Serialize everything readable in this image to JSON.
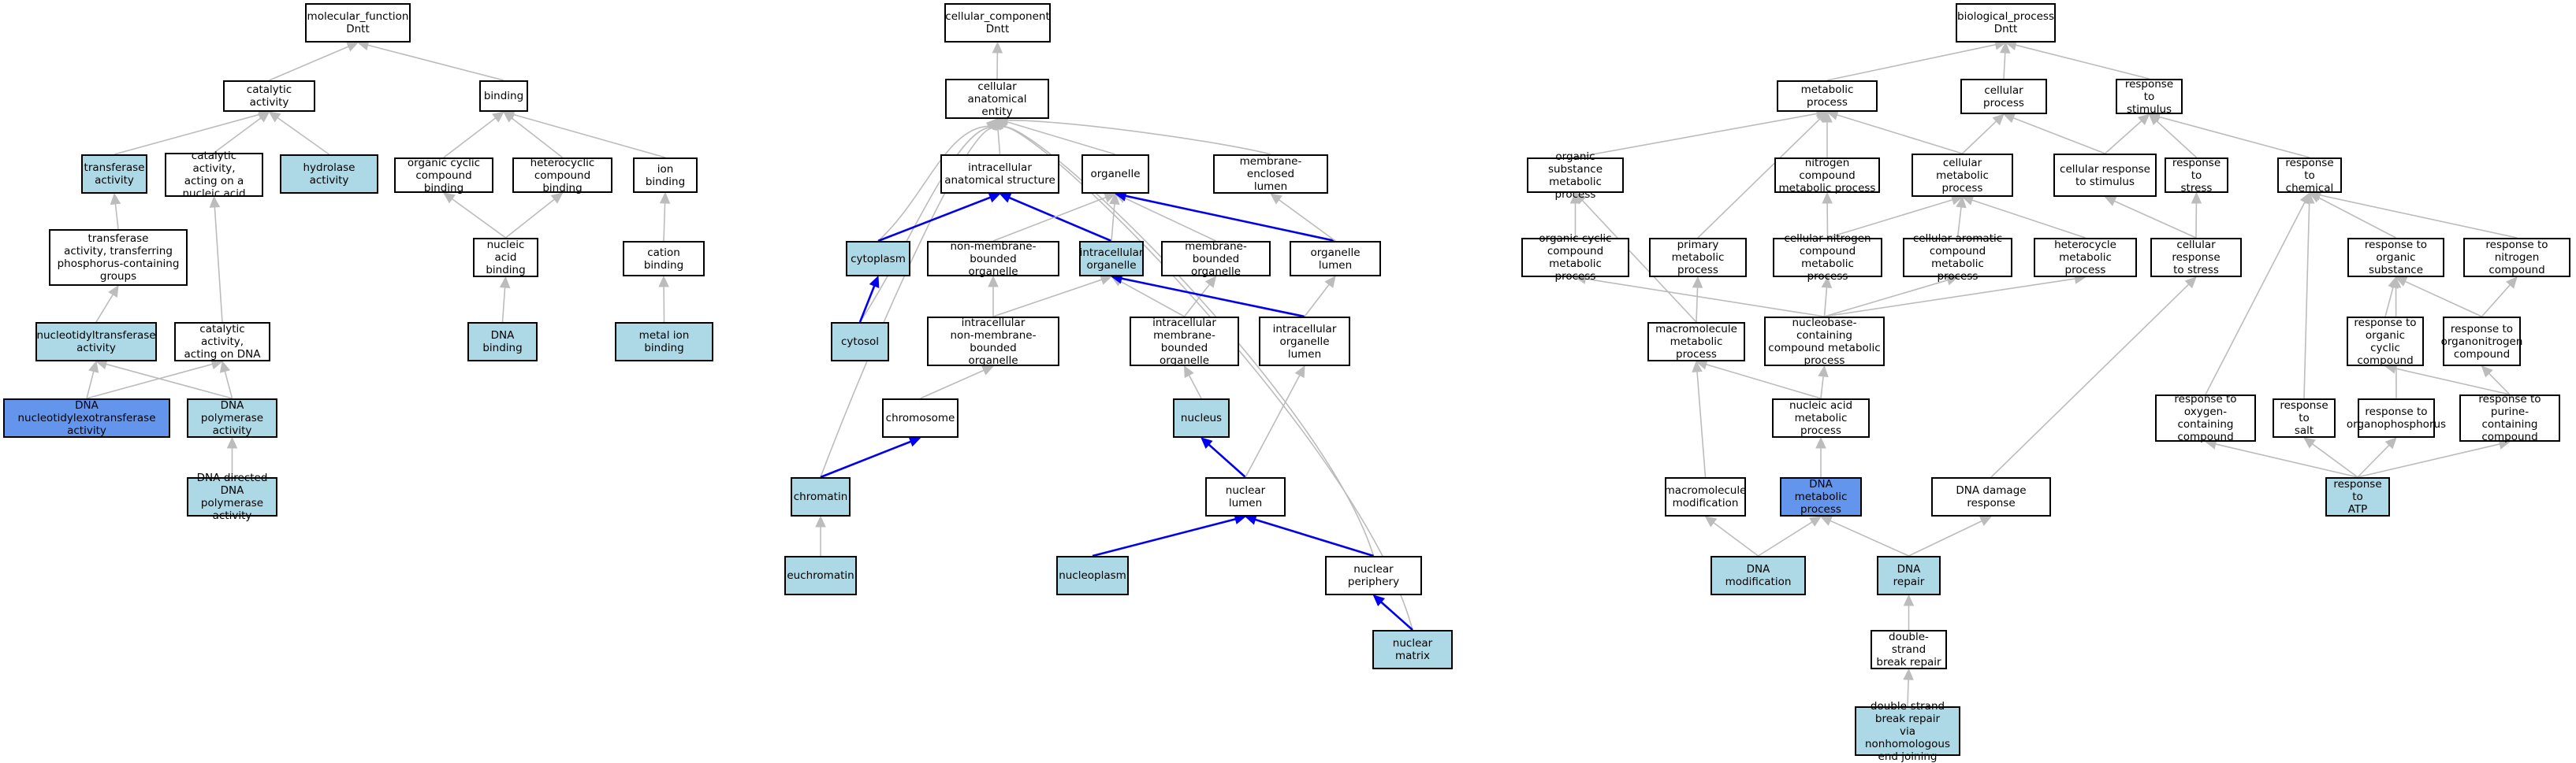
{
  "colors": {
    "white_node": "#ffffff",
    "light_node": "#add8e6",
    "highlight_node": "#6495ed",
    "gray_edge": "#bcbcbc",
    "blue_edge": "#0000ee"
  },
  "nodes": {
    "mf_root": {
      "label": "molecular_function\nDntt",
      "fill": "white"
    },
    "catalytic": {
      "label": "catalytic activity",
      "fill": "white"
    },
    "binding": {
      "label": "binding",
      "fill": "white"
    },
    "transferase": {
      "label": "transferase\nactivity",
      "fill": "light"
    },
    "cat_nucleic": {
      "label": "catalytic activity,\nacting on a\nnucleic acid",
      "fill": "white"
    },
    "hydrolase": {
      "label": "hydrolase activity",
      "fill": "light"
    },
    "org_cyclic_bind": {
      "label": "organic cyclic\ncompound binding",
      "fill": "white"
    },
    "hetero_bind": {
      "label": "heterocyclic\ncompound binding",
      "fill": "white"
    },
    "ion_bind": {
      "label": "ion binding",
      "fill": "white"
    },
    "transf_phos": {
      "label": "transferase\nactivity, transferring\nphosphorus-containing\ngroups",
      "fill": "white"
    },
    "nucleic_bind": {
      "label": "nucleic acid\nbinding",
      "fill": "white"
    },
    "cation_bind": {
      "label": "cation binding",
      "fill": "white"
    },
    "nucleotidyl": {
      "label": "nucleotidyltransferase\nactivity",
      "fill": "light"
    },
    "cat_dna": {
      "label": "catalytic activity,\nacting on DNA",
      "fill": "white"
    },
    "dna_bind": {
      "label": "DNA binding",
      "fill": "light"
    },
    "metal_bind": {
      "label": "metal ion binding",
      "fill": "light"
    },
    "dna_nucleotidylexo": {
      "label": "DNA nucleotidylexotransferase\nactivity",
      "fill": "blue"
    },
    "dna_poly": {
      "label": "DNA polymerase\nactivity",
      "fill": "light"
    },
    "dna_directed_poly": {
      "label": "DNA-directed\nDNA polymerase\nactivity",
      "fill": "light"
    },
    "cc_root": {
      "label": "cellular_component\nDntt",
      "fill": "white"
    },
    "cae": {
      "label": "cellular anatomical\nentity",
      "fill": "white"
    },
    "intra_struct": {
      "label": "intracellular\nanatomical structure",
      "fill": "white"
    },
    "organelle": {
      "label": "organelle",
      "fill": "white"
    },
    "mem_lumen": {
      "label": "membrane-enclosed\nlumen",
      "fill": "white"
    },
    "cytoplasm": {
      "label": "cytoplasm",
      "fill": "light"
    },
    "nonmem_org": {
      "label": "non-membrane-bounded\norganelle",
      "fill": "white"
    },
    "intra_org": {
      "label": "intracellular\norganelle",
      "fill": "light"
    },
    "mem_org": {
      "label": "membrane-bounded\norganelle",
      "fill": "white"
    },
    "org_lumen": {
      "label": "organelle lumen",
      "fill": "white"
    },
    "cytosol": {
      "label": "cytosol",
      "fill": "light"
    },
    "intra_nonmem": {
      "label": "intracellular\nnon-membrane-bounded\norganelle",
      "fill": "white"
    },
    "intra_mem": {
      "label": "intracellular\nmembrane-bounded\norganelle",
      "fill": "white"
    },
    "intra_org_lumen": {
      "label": "intracellular\norganelle lumen",
      "fill": "white"
    },
    "chromosome": {
      "label": "chromosome",
      "fill": "white"
    },
    "nucleus": {
      "label": "nucleus",
      "fill": "light"
    },
    "chromatin": {
      "label": "chromatin",
      "fill": "light"
    },
    "nuc_lumen": {
      "label": "nuclear lumen",
      "fill": "white"
    },
    "euchromatin": {
      "label": "euchromatin",
      "fill": "light"
    },
    "nucleoplasm": {
      "label": "nucleoplasm",
      "fill": "light"
    },
    "nuc_periphery": {
      "label": "nuclear periphery",
      "fill": "white"
    },
    "nuc_matrix": {
      "label": "nuclear matrix",
      "fill": "light"
    },
    "bp_root": {
      "label": "biological_process\nDntt",
      "fill": "white"
    },
    "metabolic": {
      "label": "metabolic process",
      "fill": "white"
    },
    "cellular_proc": {
      "label": "cellular process",
      "fill": "white"
    },
    "resp_stim": {
      "label": "response to\nstimulus",
      "fill": "white"
    },
    "org_sub_met": {
      "label": "organic substance\nmetabolic process",
      "fill": "white"
    },
    "nitro_met": {
      "label": "nitrogen compound\nmetabolic process",
      "fill": "white"
    },
    "cell_met": {
      "label": "cellular metabolic\nprocess",
      "fill": "white"
    },
    "cell_resp_stim": {
      "label": "cellular response\nto stimulus",
      "fill": "white"
    },
    "resp_stress": {
      "label": "response to\nstress",
      "fill": "white"
    },
    "resp_chem": {
      "label": "response to\nchemical",
      "fill": "white"
    },
    "org_cyc_met": {
      "label": "organic cyclic\ncompound metabolic\nprocess",
      "fill": "white"
    },
    "primary_met": {
      "label": "primary metabolic\nprocess",
      "fill": "white"
    },
    "cell_nitro_met": {
      "label": "cellular nitrogen\ncompound metabolic\nprocess",
      "fill": "white"
    },
    "cell_arom_met": {
      "label": "cellular aromatic\ncompound metabolic\nprocess",
      "fill": "white"
    },
    "hetero_met": {
      "label": "heterocycle\nmetabolic process",
      "fill": "white"
    },
    "cell_resp_stress": {
      "label": "cellular response\nto stress",
      "fill": "white"
    },
    "resp_org_sub": {
      "label": "response to\norganic substance",
      "fill": "white"
    },
    "resp_nitro": {
      "label": "response to\nnitrogen compound",
      "fill": "white"
    },
    "macro_met": {
      "label": "macromolecule\nmetabolic process",
      "fill": "white"
    },
    "nucleobase_met": {
      "label": "nucleobase-containing\ncompound metabolic\nprocess",
      "fill": "white"
    },
    "resp_org_cyc": {
      "label": "response to\norganic cyclic\ncompound",
      "fill": "white"
    },
    "resp_organonitro": {
      "label": "response to\norganonitrogen\ncompound",
      "fill": "white"
    },
    "nucleic_met": {
      "label": "nucleic acid\nmetabolic process",
      "fill": "white"
    },
    "resp_oxygen": {
      "label": "response to\noxygen-containing\ncompound",
      "fill": "white"
    },
    "resp_salt": {
      "label": "response to\nsalt",
      "fill": "white"
    },
    "resp_organophos": {
      "label": "response to\norganophosphorus",
      "fill": "white"
    },
    "resp_purine": {
      "label": "response to\npurine-containing\ncompound",
      "fill": "white"
    },
    "macro_mod": {
      "label": "macromolecule\nmodification",
      "fill": "white"
    },
    "dna_met": {
      "label": "DNA metabolic\nprocess",
      "fill": "blue"
    },
    "dna_damage": {
      "label": "DNA damage response",
      "fill": "white"
    },
    "resp_atp": {
      "label": "response to\nATP",
      "fill": "light"
    },
    "dna_mod": {
      "label": "DNA modification",
      "fill": "light"
    },
    "dna_repair": {
      "label": "DNA repair",
      "fill": "light"
    },
    "dsb_repair": {
      "label": "double-strand\nbreak repair",
      "fill": "white"
    },
    "nhej": {
      "label": "double-strand\nbreak repair\nvia nonhomologous\nend joining",
      "fill": "light"
    }
  },
  "edges": [
    {
      "from": "catalytic",
      "to": "mf_root",
      "color": "gray"
    },
    {
      "from": "binding",
      "to": "mf_root",
      "color": "gray"
    },
    {
      "from": "transferase",
      "to": "catalytic",
      "color": "gray"
    },
    {
      "from": "cat_nucleic",
      "to": "catalytic",
      "color": "gray"
    },
    {
      "from": "hydrolase",
      "to": "catalytic",
      "color": "gray"
    },
    {
      "from": "org_cyclic_bind",
      "to": "binding",
      "color": "gray"
    },
    {
      "from": "hetero_bind",
      "to": "binding",
      "color": "gray"
    },
    {
      "from": "ion_bind",
      "to": "binding",
      "color": "gray"
    },
    {
      "from": "transf_phos",
      "to": "transferase",
      "color": "gray"
    },
    {
      "from": "nucleic_bind",
      "to": "org_cyclic_bind",
      "color": "gray"
    },
    {
      "from": "nucleic_bind",
      "to": "hetero_bind",
      "color": "gray"
    },
    {
      "from": "cation_bind",
      "to": "ion_bind",
      "color": "gray"
    },
    {
      "from": "nucleotidyl",
      "to": "transf_phos",
      "color": "gray"
    },
    {
      "from": "cat_dna",
      "to": "cat_nucleic",
      "color": "gray"
    },
    {
      "from": "dna_bind",
      "to": "nucleic_bind",
      "color": "gray"
    },
    {
      "from": "metal_bind",
      "to": "cation_bind",
      "color": "gray"
    },
    {
      "from": "dna_nucleotidylexo",
      "to": "nucleotidyl",
      "color": "gray"
    },
    {
      "from": "dna_nucleotidylexo",
      "to": "cat_dna",
      "color": "gray"
    },
    {
      "from": "dna_poly",
      "to": "nucleotidyl",
      "color": "gray"
    },
    {
      "from": "dna_poly",
      "to": "cat_dna",
      "color": "gray"
    },
    {
      "from": "dna_directed_poly",
      "to": "dna_poly",
      "color": "gray"
    },
    {
      "from": "cae",
      "to": "cc_root",
      "color": "gray"
    },
    {
      "from": "intra_struct",
      "to": "cae",
      "color": "gray"
    },
    {
      "from": "organelle",
      "to": "cae",
      "color": "gray"
    },
    {
      "from": "mem_lumen",
      "to": "cae",
      "color": "gray"
    },
    {
      "from": "cytoplasm",
      "to": "cae",
      "color": "gray"
    },
    {
      "from": "cytosol",
      "to": "cae",
      "color": "gray"
    },
    {
      "from": "chromatin",
      "to": "cae",
      "color": "gray"
    },
    {
      "from": "nuc_periphery",
      "to": "cae",
      "color": "gray"
    },
    {
      "from": "nuc_matrix",
      "to": "cae",
      "color": "gray"
    },
    {
      "from": "cytoplasm",
      "to": "intra_struct",
      "color": "blue"
    },
    {
      "from": "intra_org",
      "to": "intra_struct",
      "color": "blue"
    },
    {
      "from": "nonmem_org",
      "to": "organelle",
      "color": "gray"
    },
    {
      "from": "intra_org",
      "to": "organelle",
      "color": "gray"
    },
    {
      "from": "mem_org",
      "to": "organelle",
      "color": "gray"
    },
    {
      "from": "org_lumen",
      "to": "organelle",
      "color": "blue"
    },
    {
      "from": "org_lumen",
      "to": "mem_lumen",
      "color": "gray"
    },
    {
      "from": "cytosol",
      "to": "cytoplasm",
      "color": "blue"
    },
    {
      "from": "intra_nonmem",
      "to": "nonmem_org",
      "color": "gray"
    },
    {
      "from": "intra_nonmem",
      "to": "intra_org",
      "color": "gray"
    },
    {
      "from": "intra_mem",
      "to": "intra_org",
      "color": "gray"
    },
    {
      "from": "intra_mem",
      "to": "mem_org",
      "color": "gray"
    },
    {
      "from": "intra_org_lumen",
      "to": "intra_org",
      "color": "blue"
    },
    {
      "from": "intra_org_lumen",
      "to": "org_lumen",
      "color": "gray"
    },
    {
      "from": "chromosome",
      "to": "intra_nonmem",
      "color": "gray"
    },
    {
      "from": "nucleus",
      "to": "intra_mem",
      "color": "gray"
    },
    {
      "from": "chromatin",
      "to": "chromosome",
      "color": "blue"
    },
    {
      "from": "nuc_lumen",
      "to": "nucleus",
      "color": "blue"
    },
    {
      "from": "nuc_lumen",
      "to": "intra_org_lumen",
      "color": "gray"
    },
    {
      "from": "euchromatin",
      "to": "chromatin",
      "color": "gray"
    },
    {
      "from": "nucleoplasm",
      "to": "nuc_lumen",
      "color": "blue"
    },
    {
      "from": "nuc_periphery",
      "to": "nuc_lumen",
      "color": "blue"
    },
    {
      "from": "nuc_matrix",
      "to": "nuc_periphery",
      "color": "blue"
    },
    {
      "from": "metabolic",
      "to": "bp_root",
      "color": "gray"
    },
    {
      "from": "cellular_proc",
      "to": "bp_root",
      "color": "gray"
    },
    {
      "from": "resp_stim",
      "to": "bp_root",
      "color": "gray"
    },
    {
      "from": "org_sub_met",
      "to": "metabolic",
      "color": "gray"
    },
    {
      "from": "nitro_met",
      "to": "metabolic",
      "color": "gray"
    },
    {
      "from": "cell_met",
      "to": "metabolic",
      "color": "gray"
    },
    {
      "from": "primary_met",
      "to": "metabolic",
      "color": "gray"
    },
    {
      "from": "cell_met",
      "to": "cellular_proc",
      "color": "gray"
    },
    {
      "from": "cell_resp_stim",
      "to": "cellular_proc",
      "color": "gray"
    },
    {
      "from": "cell_resp_stim",
      "to": "resp_stim",
      "color": "gray"
    },
    {
      "from": "resp_stress",
      "to": "resp_stim",
      "color": "gray"
    },
    {
      "from": "resp_chem",
      "to": "resp_stim",
      "color": "gray"
    },
    {
      "from": "org_cyc_met",
      "to": "org_sub_met",
      "color": "gray"
    },
    {
      "from": "macro_met",
      "to": "org_sub_met",
      "color": "gray"
    },
    {
      "from": "cell_nitro_met",
      "to": "nitro_met",
      "color": "gray"
    },
    {
      "from": "cell_nitro_met",
      "to": "cell_met",
      "color": "gray"
    },
    {
      "from": "cell_arom_met",
      "to": "cell_met",
      "color": "gray"
    },
    {
      "from": "hetero_met",
      "to": "cell_met",
      "color": "gray"
    },
    {
      "from": "cell_resp_stress",
      "to": "cell_resp_stim",
      "color": "gray"
    },
    {
      "from": "cell_resp_stress",
      "to": "resp_stress",
      "color": "gray"
    },
    {
      "from": "resp_org_sub",
      "to": "resp_chem",
      "color": "gray"
    },
    {
      "from": "resp_nitro",
      "to": "resp_chem",
      "color": "gray"
    },
    {
      "from": "resp_oxygen",
      "to": "resp_chem",
      "color": "gray"
    },
    {
      "from": "resp_salt",
      "to": "resp_chem",
      "color": "gray"
    },
    {
      "from": "macro_met",
      "to": "primary_met",
      "color": "gray"
    },
    {
      "from": "nucleobase_met",
      "to": "org_cyc_met",
      "color": "gray"
    },
    {
      "from": "nucleobase_met",
      "to": "cell_nitro_met",
      "color": "gray"
    },
    {
      "from": "nucleobase_met",
      "to": "cell_arom_met",
      "color": "gray"
    },
    {
      "from": "nucleobase_met",
      "to": "hetero_met",
      "color": "gray"
    },
    {
      "from": "resp_org_cyc",
      "to": "resp_org_sub",
      "color": "gray"
    },
    {
      "from": "resp_organonitro",
      "to": "resp_org_sub",
      "color": "gray"
    },
    {
      "from": "resp_organonitro",
      "to": "resp_nitro",
      "color": "gray"
    },
    {
      "from": "nucleic_met",
      "to": "macro_met",
      "color": "gray"
    },
    {
      "from": "nucleic_met",
      "to": "nucleobase_met",
      "color": "gray"
    },
    {
      "from": "resp_organophos",
      "to": "resp_org_sub",
      "color": "gray"
    },
    {
      "from": "resp_purine",
      "to": "resp_org_cyc",
      "color": "gray"
    },
    {
      "from": "resp_purine",
      "to": "resp_organonitro",
      "color": "gray"
    },
    {
      "from": "macro_mod",
      "to": "macro_met",
      "color": "gray"
    },
    {
      "from": "dna_met",
      "to": "nucleic_met",
      "color": "gray"
    },
    {
      "from": "dna_damage",
      "to": "cell_resp_stress",
      "color": "gray"
    },
    {
      "from": "resp_atp",
      "to": "resp_oxygen",
      "color": "gray"
    },
    {
      "from": "resp_atp",
      "to": "resp_salt",
      "color": "gray"
    },
    {
      "from": "resp_atp",
      "to": "resp_organophos",
      "color": "gray"
    },
    {
      "from": "resp_atp",
      "to": "resp_purine",
      "color": "gray"
    },
    {
      "from": "dna_mod",
      "to": "macro_mod",
      "color": "gray"
    },
    {
      "from": "dna_mod",
      "to": "dna_met",
      "color": "gray"
    },
    {
      "from": "dna_repair",
      "to": "dna_met",
      "color": "gray"
    },
    {
      "from": "dna_repair",
      "to": "dna_damage",
      "color": "gray"
    },
    {
      "from": "dsb_repair",
      "to": "dna_repair",
      "color": "gray"
    },
    {
      "from": "nhej",
      "to": "dsb_repair",
      "color": "gray"
    }
  ]
}
